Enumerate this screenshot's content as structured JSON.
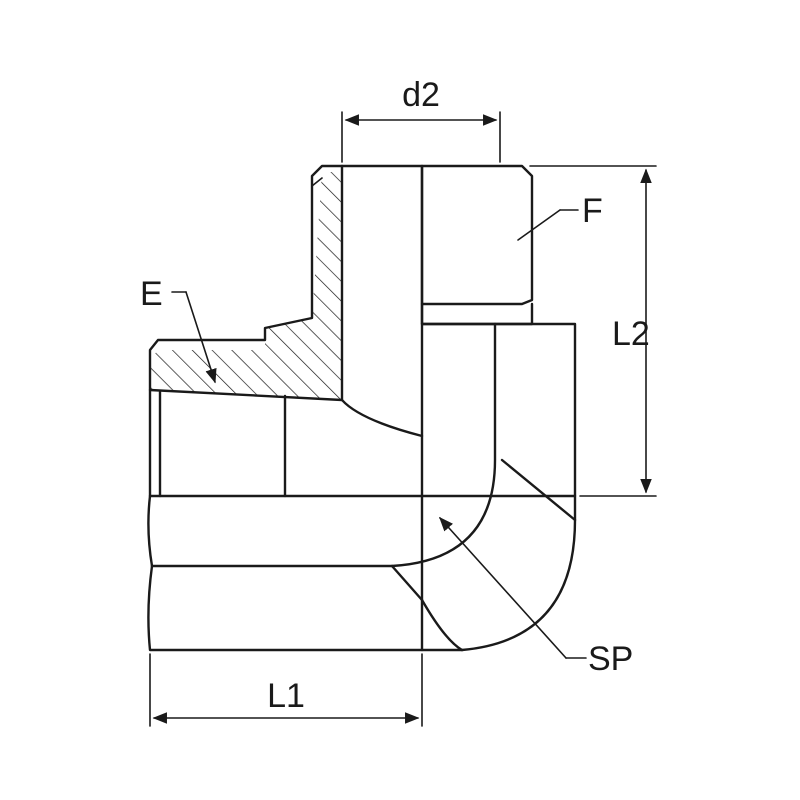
{
  "drawing": {
    "labels": {
      "d2": "d2",
      "F": "F",
      "E": "E",
      "L2": "L2",
      "L1": "L1",
      "SP": "SP"
    },
    "colors": {
      "line": "#1a1a1a",
      "background": "#ffffff"
    }
  }
}
